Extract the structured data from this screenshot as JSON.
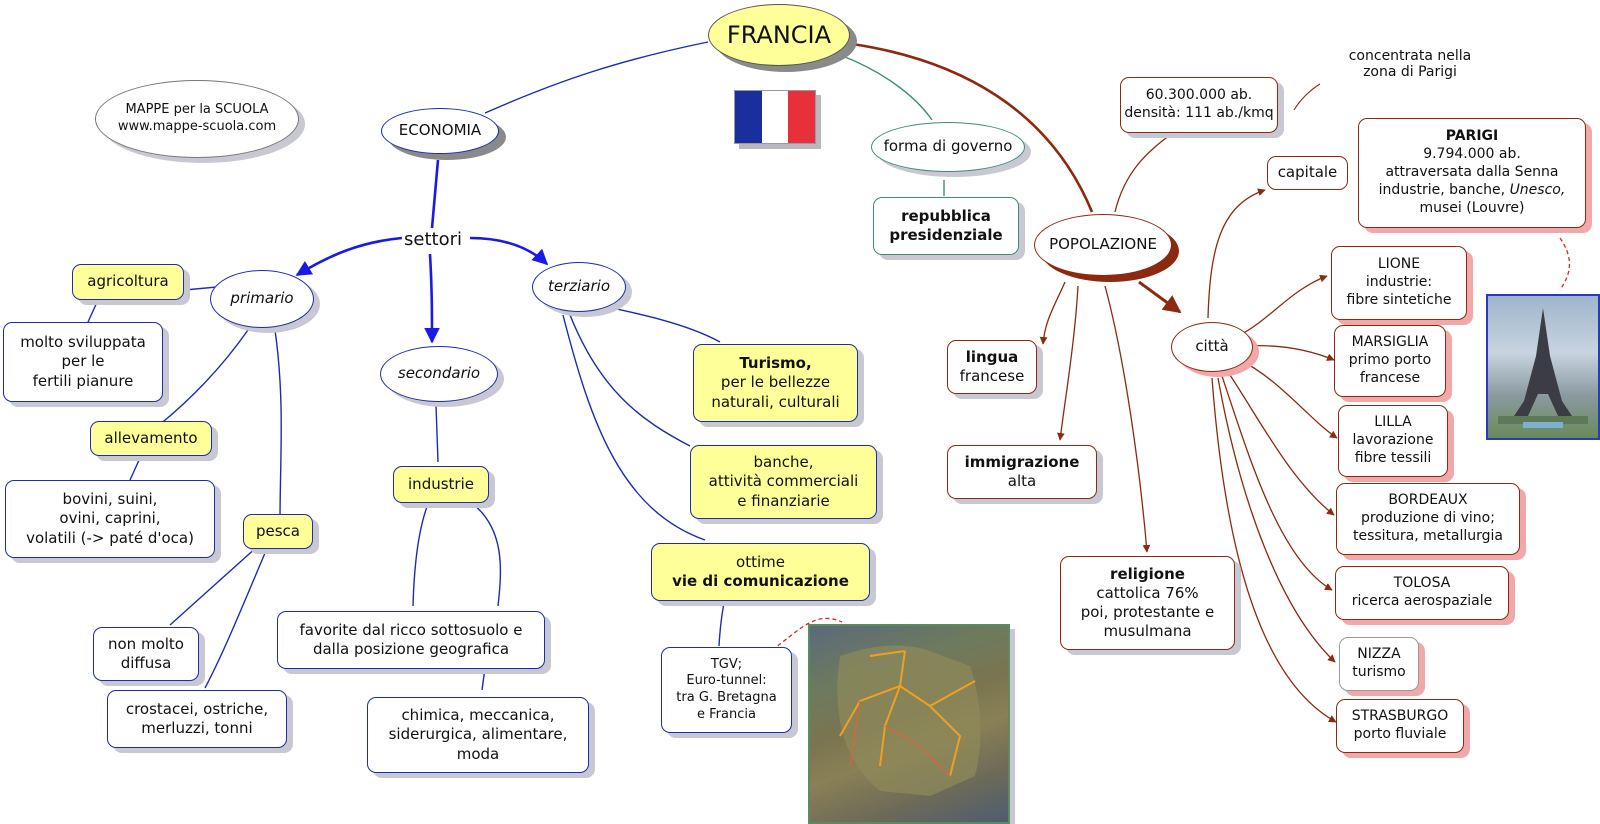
{
  "title": "FRANCIA",
  "credit": "MAPPE per la SCUOLA\nwww.mappe-scuola.com",
  "economia": {
    "label": "ECONOMIA",
    "settori": "settori",
    "primario": "primario",
    "secondario": "secondario",
    "terziario": "terziario",
    "agricoltura": "agricoltura",
    "agricoltura_note": "molto sviluppata\nper le\n fertili pianure",
    "allevamento": "allevamento",
    "allevamento_note": "bovini, suini,\novini, caprini,\nvolatili (-> paté d'oca)",
    "pesca": "pesca",
    "pesca_note1": "non molto\ndiffusa",
    "pesca_note2": "crostacei, ostriche,\nmerluzzi, tonni",
    "industrie": "industrie",
    "industrie_note1": "favorite dal ricco sottosuolo e\ndalla posizione geografica",
    "industrie_note2": "chimica, meccanica,\nsiderurgica, alimentare,\nmoda",
    "turismo_title": "Turismo,",
    "turismo_text": "per le bellezze\nnaturali, culturali",
    "banche": "banche,\nattività commerciali\ne finanziarie",
    "vie_line1": "ottime",
    "vie_line2": "vie di comunicazione",
    "tgv": "TGV;\nEuro-tunnel:\ntra G. Bretagna\ne Francia"
  },
  "governo": {
    "label": "forma di governo",
    "value": "repubblica\npresidenziale"
  },
  "popolazione": {
    "label": "POPOLAZIONE",
    "abitanti": "60.300.000 ab.\ndensità: 111 ab./kmq",
    "concentrata": "concentrata nella\nzona di Parigi",
    "lingua_title": "lingua",
    "lingua_value": "francese",
    "immigrazione_title": "immigrazione",
    "immigrazione_value": "alta",
    "religione_title": "religione",
    "religione_value": "cattolica 76%\npoi, protestante e\nmusulmana",
    "citta": "città",
    "capitale": "capitale",
    "parigi_title": "PARIGI",
    "parigi_l1": "9.794.000 ab.",
    "parigi_l2": "attraversata dalla Senna",
    "parigi_l3a": "industrie, banche, ",
    "parigi_l3b": "Unesco,",
    "parigi_l4": "musei (Louvre)",
    "lione": "LIONE\nindustrie:\nfibre sintetiche",
    "marsiglia": "MARSIGLIA\nprimo porto\nfrancese",
    "lilla": "LILLA\nlavorazione\nfibre tessili",
    "bordeaux": "BORDEAUX\nproduzione di vino;\ntessitura, metallurgia",
    "tolosa": "TOLOSA\nricerca aerospaziale",
    "nizza": "NIZZA\nturismo",
    "strasburgo": "STRASBURGO\nporto fluviale"
  },
  "colors": {
    "blue_link": "#1c2bb0",
    "brown_link": "#8b2a10",
    "yellow_fill": "#ffff99",
    "flag_blue": "#1a2f9e",
    "flag_white": "#ffffff",
    "flag_red": "#e8303a"
  }
}
